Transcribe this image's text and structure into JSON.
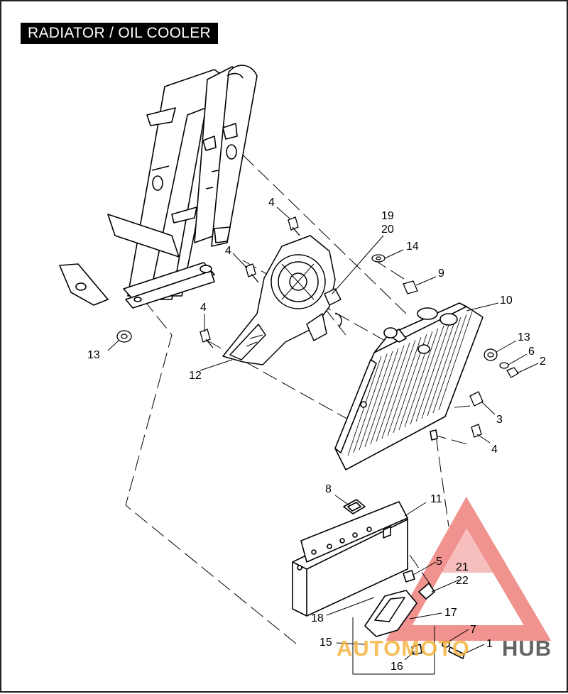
{
  "title": "RADIATOR / OIL COOLER",
  "callouts": [
    {
      "id": "c-19",
      "text": "19"
    },
    {
      "id": "c-20",
      "text": "20"
    },
    {
      "id": "c-4a",
      "text": "4"
    },
    {
      "id": "c-4b",
      "text": "4"
    },
    {
      "id": "c-14",
      "text": "14"
    },
    {
      "id": "c-9",
      "text": "9"
    },
    {
      "id": "c-10",
      "text": "10"
    },
    {
      "id": "c-4c",
      "text": "4"
    },
    {
      "id": "c-13a",
      "text": "13"
    },
    {
      "id": "c-6",
      "text": "6"
    },
    {
      "id": "c-2",
      "text": "2"
    },
    {
      "id": "c-13b",
      "text": "13"
    },
    {
      "id": "c-12",
      "text": "12"
    },
    {
      "id": "c-3",
      "text": "3"
    },
    {
      "id": "c-4d",
      "text": "4"
    },
    {
      "id": "c-8",
      "text": "8"
    },
    {
      "id": "c-11",
      "text": "11"
    },
    {
      "id": "c-5",
      "text": "5"
    },
    {
      "id": "c-21",
      "text": "21"
    },
    {
      "id": "c-22",
      "text": "22"
    },
    {
      "id": "c-17",
      "text": "17"
    },
    {
      "id": "c-18",
      "text": "18"
    },
    {
      "id": "c-7",
      "text": "7"
    },
    {
      "id": "c-15",
      "text": "15"
    },
    {
      "id": "c-1",
      "text": "1"
    },
    {
      "id": "c-16",
      "text": "16"
    }
  ],
  "watermark": {
    "text_left": "AUTOMOTO",
    "text_right": "HUB",
    "color_orange": "#f6b340",
    "color_dark": "#4a4a4a",
    "color_red": "#e53b35"
  }
}
